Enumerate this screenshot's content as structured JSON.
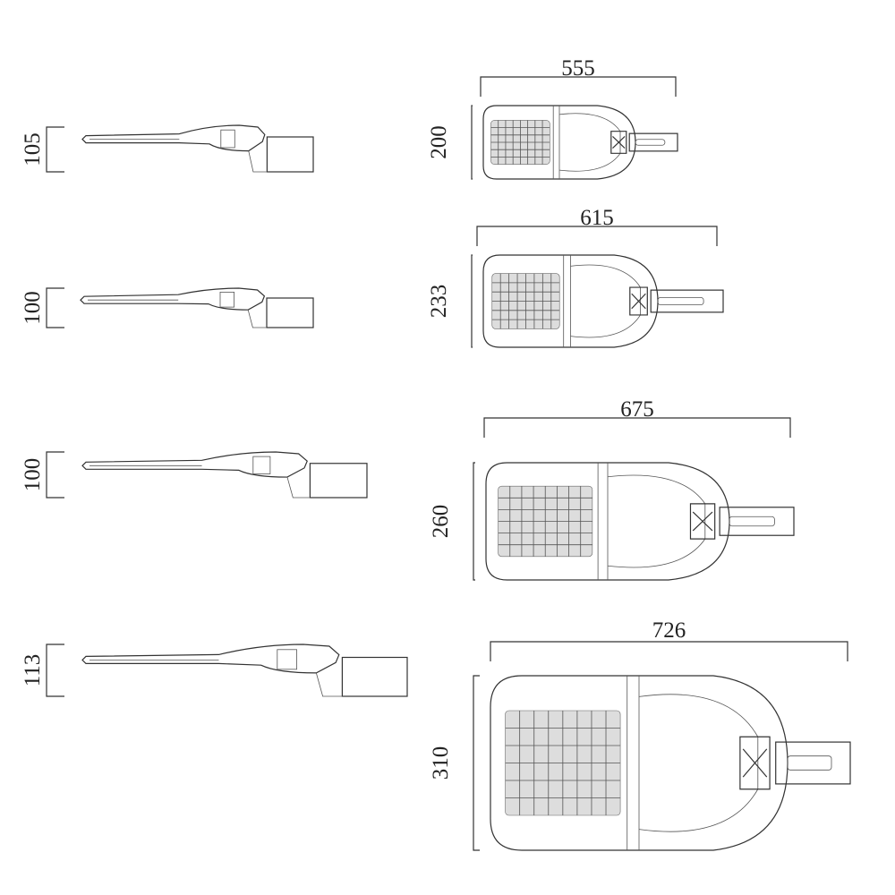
{
  "drawing": {
    "models": [
      {
        "side_height": "105",
        "top_width": "555",
        "top_height": "200"
      },
      {
        "side_height": "100",
        "top_width": "615",
        "top_height": "233"
      },
      {
        "side_height": "100",
        "top_width": "675",
        "top_height": "260"
      },
      {
        "side_height": "113",
        "top_width": "726",
        "top_height": "310"
      }
    ],
    "line_color": "#333333"
  }
}
